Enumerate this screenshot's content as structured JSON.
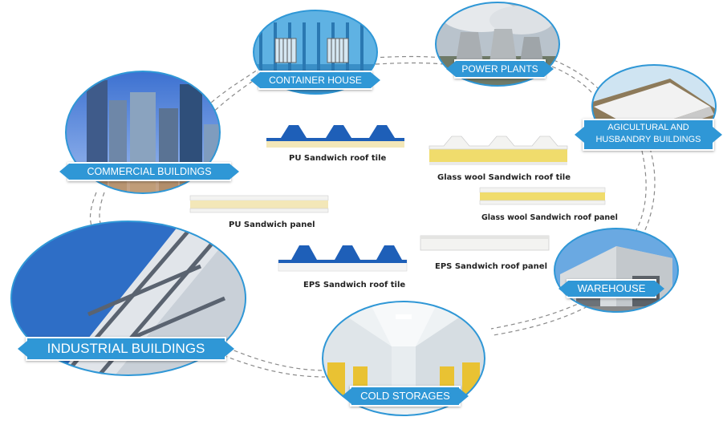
{
  "applications": {
    "container_house": "CONTAINER HOUSE",
    "power_plants": "POWER PLANTS",
    "agricultural": "AGICULTURAL AND",
    "agricultural_line2": "HUSBANDRY BUILDINGS",
    "commercial": "COMMERCIAL BUILDINGS",
    "warehouse": "WAREHOUSE",
    "industrial": "INDUSTRIAL BUILDINGS",
    "cold_storages": "COLD STORAGES"
  },
  "products": {
    "pu_roof_tile": "PU Sandwich roof tile",
    "glass_wool_roof_tile": "Glass wool Sandwich roof tile",
    "pu_panel": "PU Sandwich panel",
    "glass_wool_roof_panel": "Glass wool Sandwich roof panel",
    "eps_roof_tile": "EPS Sandwich roof tile",
    "eps_roof_panel": "EPS Sandwich roof panel"
  },
  "colors": {
    "ribbon": "#2f97d6",
    "pu_blue": "#1e5fb8",
    "pu_core": "#f3e7b8",
    "glass_wool": "#f0dc6c",
    "panel_white": "#f3f3f1",
    "dash": "#8a8a8a"
  }
}
